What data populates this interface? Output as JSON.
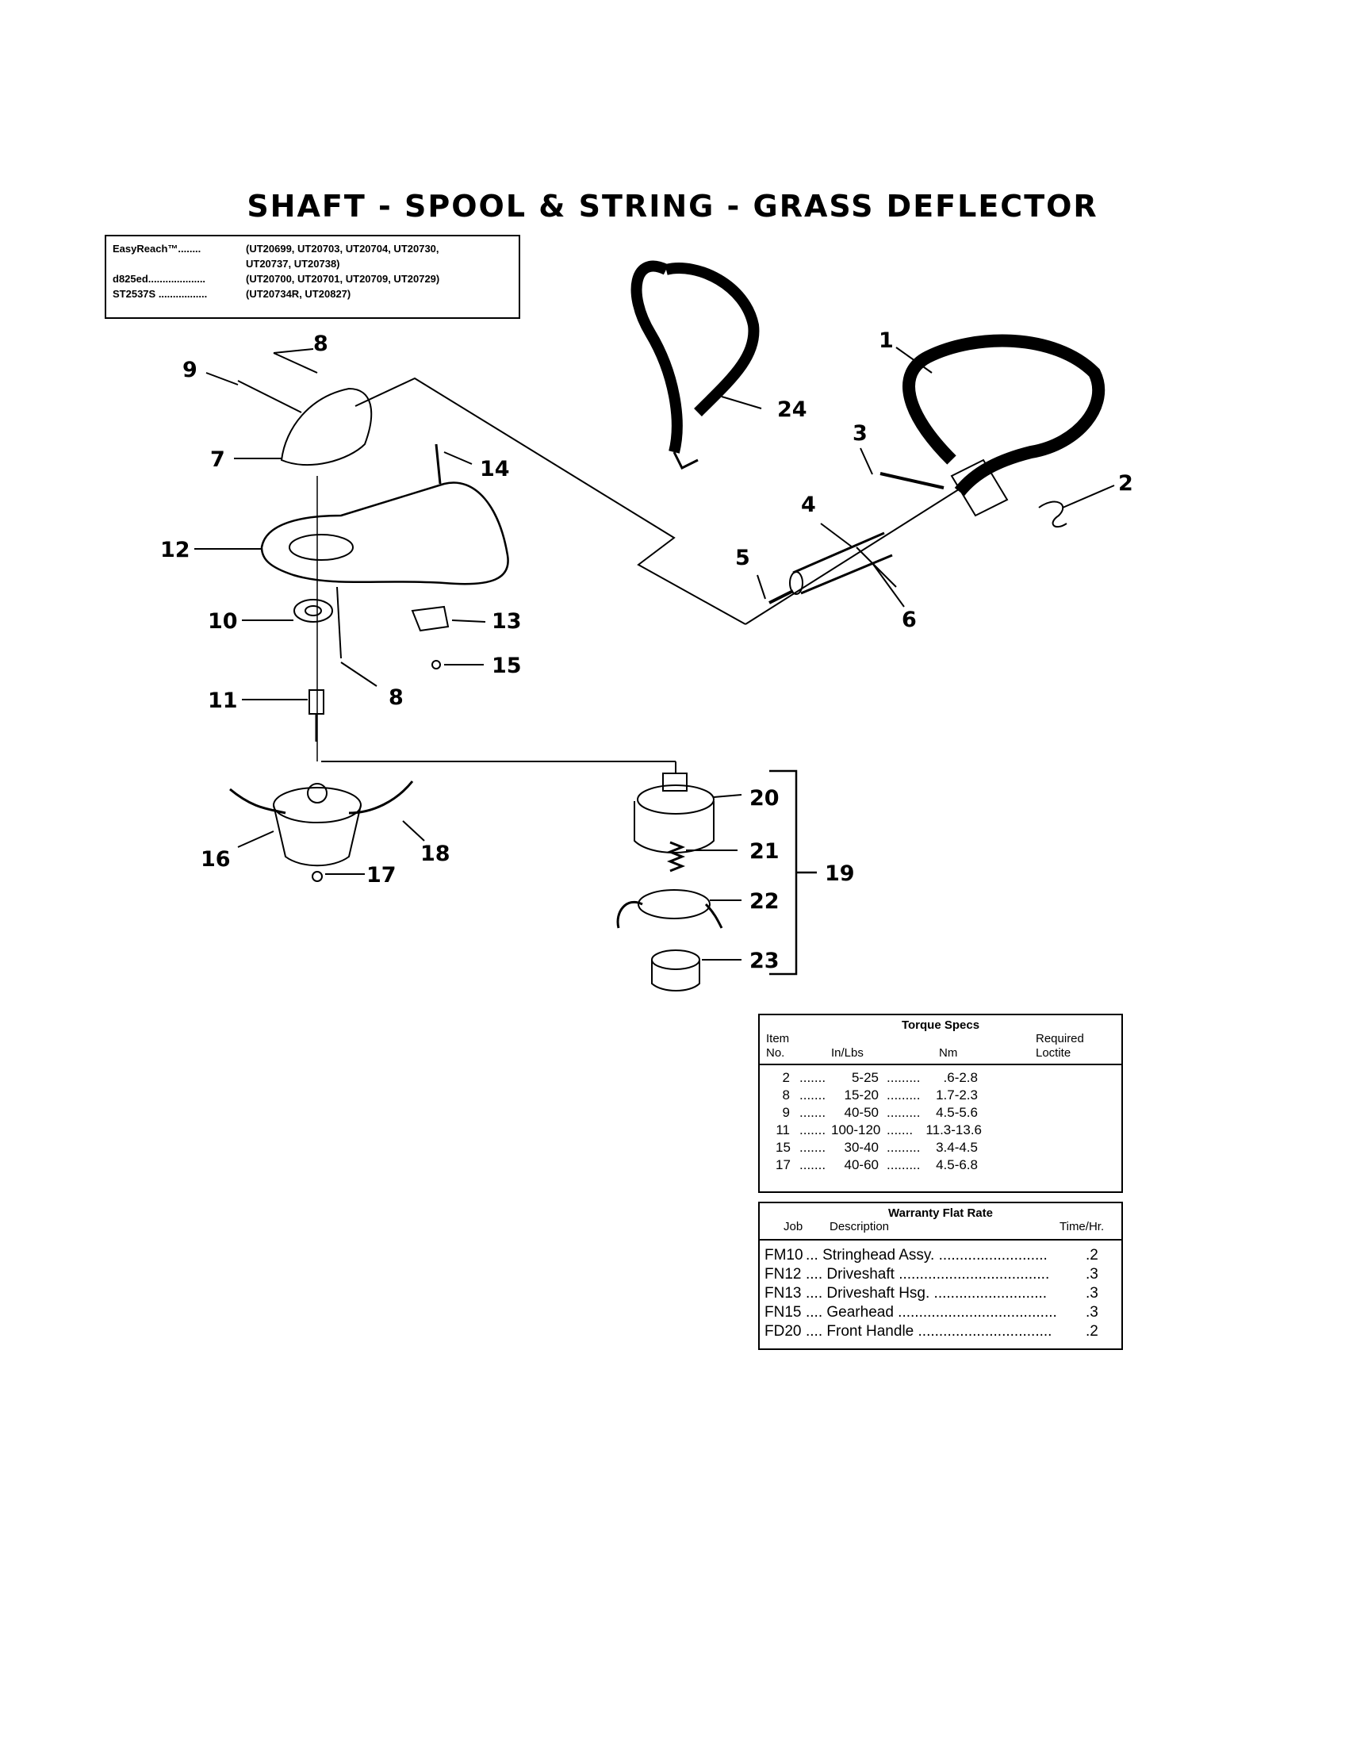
{
  "title": "SHAFT - SPOOL & STRING - GRASS DEFLECTOR",
  "models": [
    {
      "name": "EasyReach™........",
      "models": "(UT20699, UT20703, UT20704, UT20730,"
    },
    {
      "name": "",
      "models": "UT20737, UT20738)"
    },
    {
      "name": "d825ed....................",
      "models": "(UT20700, UT20701, UT20709, UT20729)"
    },
    {
      "name": "ST2537S .................",
      "models": "(UT20734R, UT20827)"
    }
  ],
  "callouts": {
    "c1": "1",
    "c2": "2",
    "c3": "3",
    "c4": "4",
    "c5": "5",
    "c6": "6",
    "c7": "7",
    "c8a": "8",
    "c8b": "8",
    "c9": "9",
    "c10": "10",
    "c11": "11",
    "c12": "12",
    "c13": "13",
    "c14": "14",
    "c15": "15",
    "c16": "16",
    "c17": "17",
    "c18": "18",
    "c19": "19",
    "c20": "20",
    "c21": "21",
    "c22": "22",
    "c23": "23",
    "c24": "24"
  },
  "torque": {
    "title": "Torque Specs",
    "col_item": "Item\nNo.",
    "col_inlbs": "In/Lbs",
    "col_nm": "Nm",
    "col_loctite": "Required\nLoctite",
    "rows": [
      {
        "item": "2",
        "inlbs": "5-25",
        "nm": ".6-2.8"
      },
      {
        "item": "8",
        "inlbs": "15-20",
        "nm": "1.7-2.3"
      },
      {
        "item": "9",
        "inlbs": "40-50",
        "nm": "4.5-5.6"
      },
      {
        "item": "11",
        "inlbs": "100-120",
        "nm": "11.3-13.6"
      },
      {
        "item": "15",
        "inlbs": "30-40",
        "nm": "3.4-4.5"
      },
      {
        "item": "17",
        "inlbs": "40-60",
        "nm": "4.5-6.8"
      }
    ]
  },
  "warranty": {
    "title": "Warranty Flat Rate",
    "col_job": "Job",
    "col_desc": "Description",
    "col_time": "Time/Hr.",
    "rows": [
      {
        "job": "FM10",
        "desc": "... Stringhead Assy. ..........................",
        "time": ".2"
      },
      {
        "job": "FN12",
        "desc": ".... Driveshaft ....................................",
        "time": ".3"
      },
      {
        "job": "FN13",
        "desc": ".... Driveshaft Hsg. ...........................",
        "time": ".3"
      },
      {
        "job": "FN15",
        "desc": ".... Gearhead ......................................",
        "time": ".3"
      },
      {
        "job": "FD20",
        "desc": ".... Front Handle ................................",
        "time": ".2"
      }
    ]
  }
}
